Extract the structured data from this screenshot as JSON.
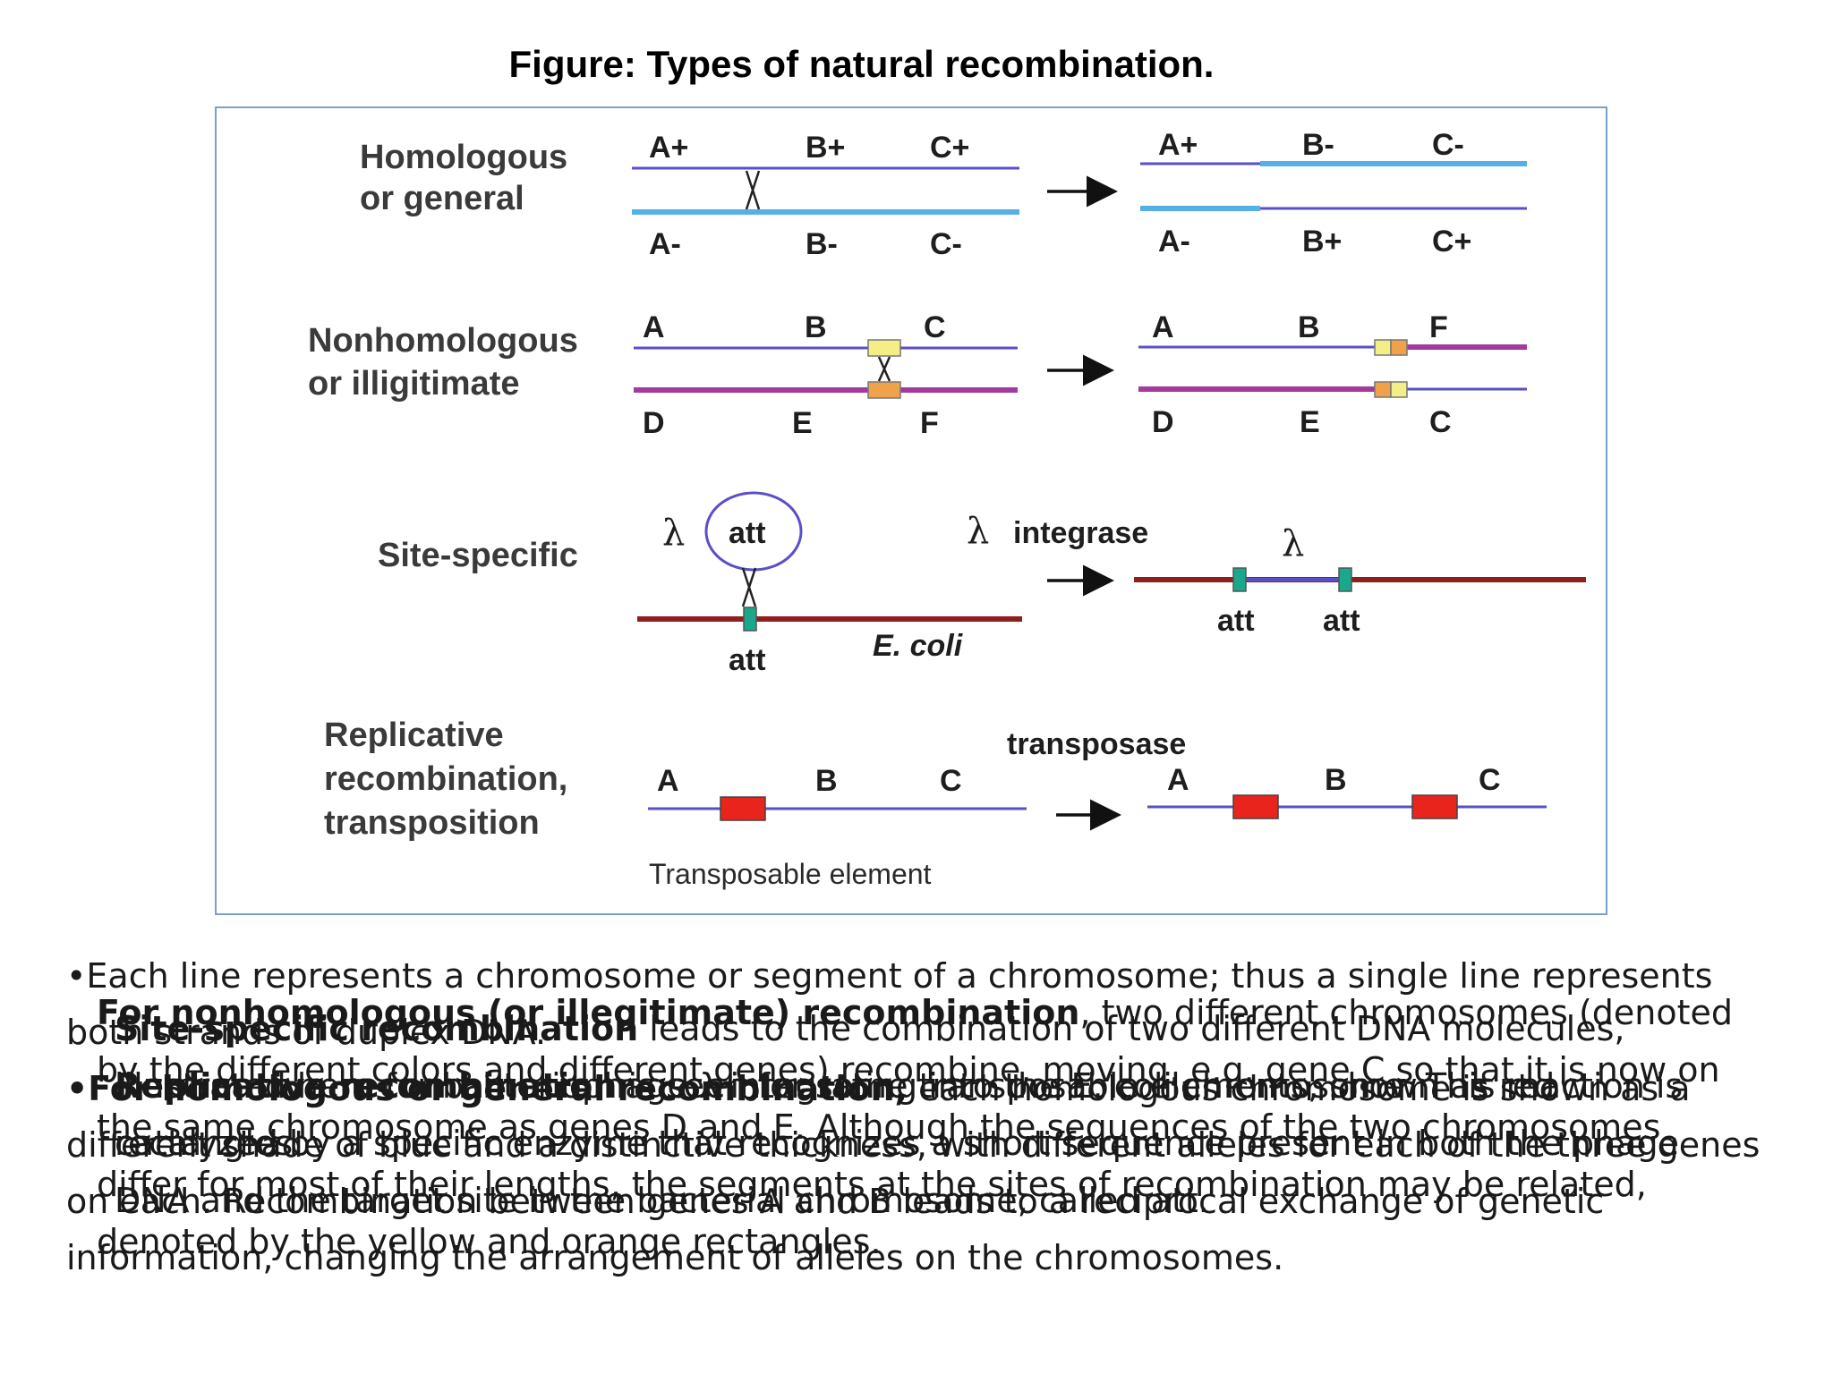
{
  "title": "Figure: Types of natural recombination.",
  "rows": {
    "homologous": {
      "label_line1": "Homologous",
      "label_line2": "or general",
      "top_genes": [
        "A+",
        "B+",
        "C+"
      ],
      "bottom_genes": [
        "A-",
        "B-",
        "C-"
      ],
      "result_top_genes": [
        "A+",
        "B-",
        "C-"
      ],
      "result_bottom_genes": [
        "A-",
        "B+",
        "C+"
      ]
    },
    "nonhomologous": {
      "label_line1": "Nonhomologous",
      "label_line2": "or illigitimate",
      "top_genes": [
        "A",
        "B",
        "C"
      ],
      "bottom_genes": [
        "D",
        "E",
        "F"
      ],
      "result_top_genes": [
        "A",
        "B",
        "F"
      ],
      "result_bottom_genes": [
        "D",
        "E",
        "C"
      ]
    },
    "site_specific": {
      "label": "Site-specific",
      "lambda": "λ",
      "att": "att",
      "ecoli": "E. coli",
      "integrase": "integrase",
      "result_att": [
        "att",
        "att"
      ]
    },
    "replicative": {
      "label_line1": "Replicative",
      "label_line2": "recombination,",
      "label_line3": "transposition",
      "genes": [
        "A",
        "B",
        "C"
      ],
      "transposase": "transposase",
      "result_genes": [
        "A",
        "B",
        "C"
      ],
      "transposable_element": "Transposable element"
    }
  },
  "colors": {
    "purple_line": "#5a4fc8",
    "blue_line": "#55b0e8",
    "magenta_line": "#a23aa0",
    "darkred_line": "#8e1f1f",
    "yellow_box": "#f4ee86",
    "orange_box": "#f0a24a",
    "teal_box": "#1aa88c",
    "red_box": "#e8241c",
    "frame_border": "#7b9fcb"
  },
  "text": {
    "layer1": {
      "p1": "•Each line represents a chromosome or segment of a chromosome; thus a single line represents both strands of duplex DNA.",
      "p2_bold": "•For homologous or general recombination,",
      "p2_rest": " each homologous chromosome is shown as a different shade of blue and a distinctive thickness, with different alleles for each of the three genes on each. Recombination between genes A and B leads to a reciprocal exchange of genetic information, changing the arrangement of alleles on the chromosomes."
    },
    "layer2": {
      "bold": "For nonhomologous (or illegitimate) recombination",
      "rest": ", two different chromosomes (denoted by the different colors and different genes) recombine, moving, e.g. gene C so that it is now on the same chromosome as genes D and E. Although the sequences of the two chromosomes differ for most of their lengths, the segments at the sites of recombination may be related, denoted by the yellow and orange rectangles."
    },
    "layer3": {
      "bold": "Site-specific recombination",
      "rest": " leads to the combination of two different DNA molecules, illustrated here for bacteriophage λ integrating into the E. coli chromosome. This reaction is catalyzed by a specific enzyme that recognizes a short sequence present in both the phage DNA and the target site in the bacterial chromosome, called att."
    },
    "layer4": {
      "bold": "Replicative recombination",
      "rest": " is seen for some transposable elements, shown as red rectangles."
    }
  }
}
